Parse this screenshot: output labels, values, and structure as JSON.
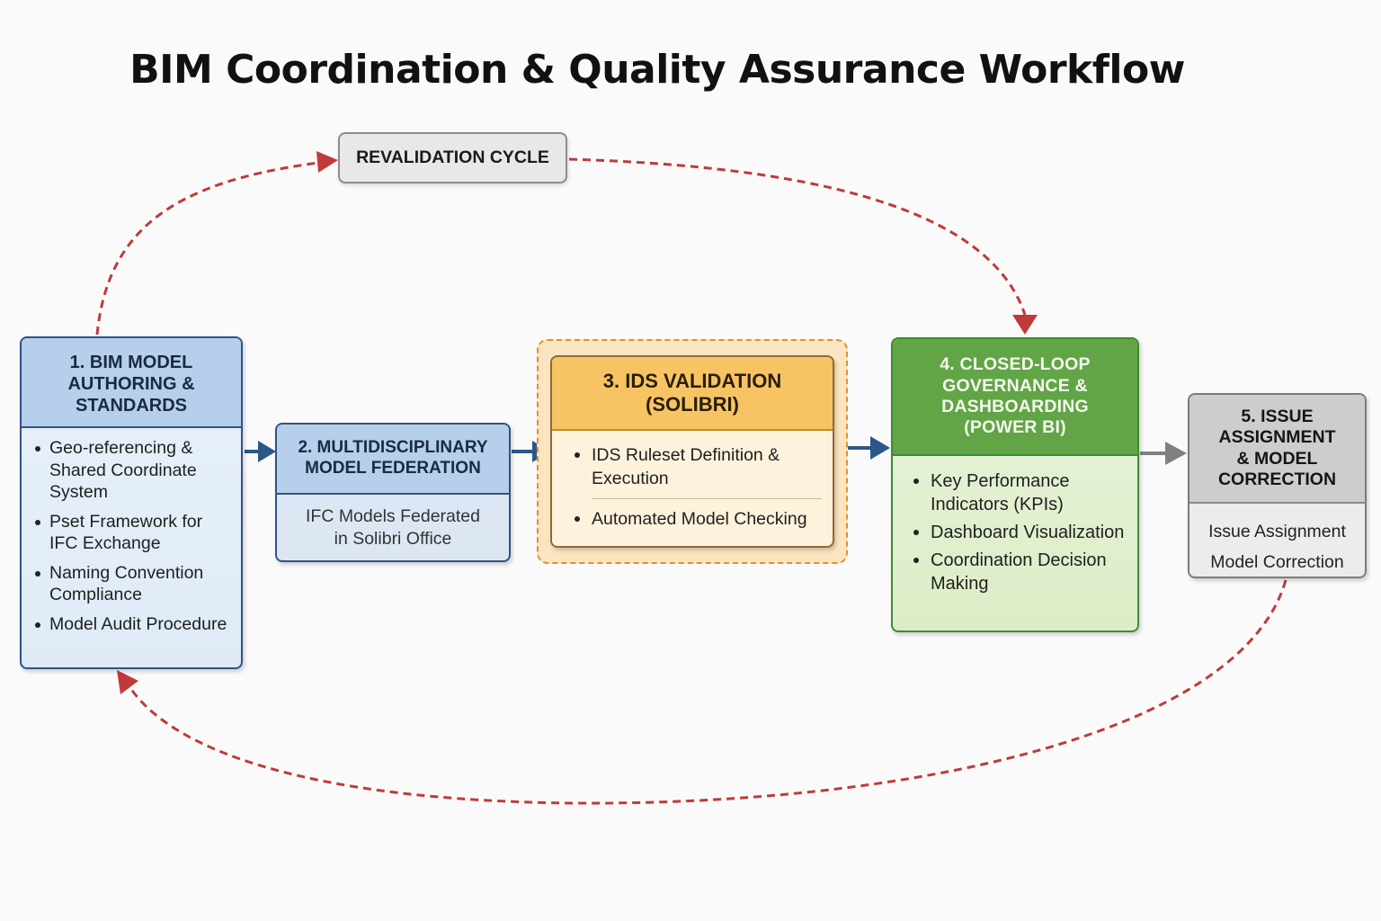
{
  "title": "BIM Coordination & Quality Assurance Workflow",
  "revalidation_label": "REVALIDATION CYCLE",
  "colors": {
    "flow_arrow": "#2a5788",
    "cycle_arrow": "#c03a3a",
    "final_arrow": "#808080"
  },
  "steps": [
    {
      "title": "1. BIM MODEL\nAUTHORING &\nSTANDARDS",
      "items": [
        "Geo-referencing & Shared Coordinate System",
        "Pset Framework for IFC Exchange",
        "Naming Convention Compliance",
        "Model Audit Procedure"
      ]
    },
    {
      "title": "2. MULTIDISCIPLINARY\nMODEL FEDERATION",
      "body": "IFC Models Federated\nin Solibri Office"
    },
    {
      "title": "3. IDS VALIDATION\n(SOLIBRI)",
      "items": [
        "IDS Ruleset Definition & Execution",
        "Automated Model Checking"
      ]
    },
    {
      "title": "4. CLOSED-LOOP\nGOVERNANCE &\nDASHBOARDING\n(POWER BI)",
      "items": [
        "Key Performance Indicators (KPIs)",
        "Dashboard Visualization",
        "Coordination Decision Making"
      ]
    },
    {
      "title": "5. ISSUE\nASSIGNMENT\n& MODEL\nCORRECTION",
      "lines": [
        "Issue Assignment",
        "Model Correction"
      ]
    }
  ]
}
